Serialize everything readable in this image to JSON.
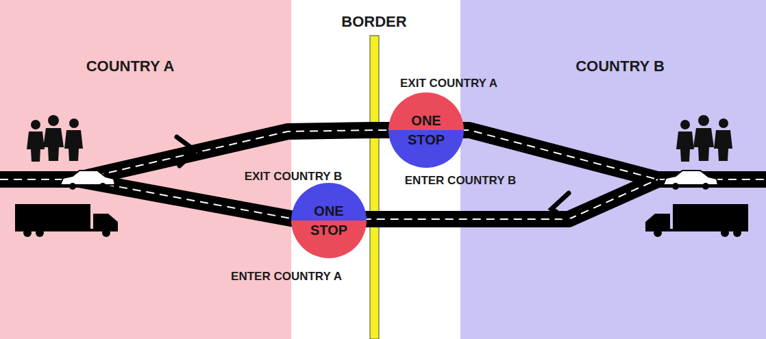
{
  "diagram": {
    "nodes": [
      {
        "text": [
          "ONE STOP"
        ]
      },
      {
        "text": [
          "ONE STOP"
        ]
      }
    ],
    "labels": [
      "BORDER",
      "COUNTRY A",
      "COUNTRY B",
      "EXIT COUNTRY A",
      "ENTER COUNTRY B",
      "EXIT COUNTRY B",
      "ENTER COUNTRY A"
    ]
  }
}
